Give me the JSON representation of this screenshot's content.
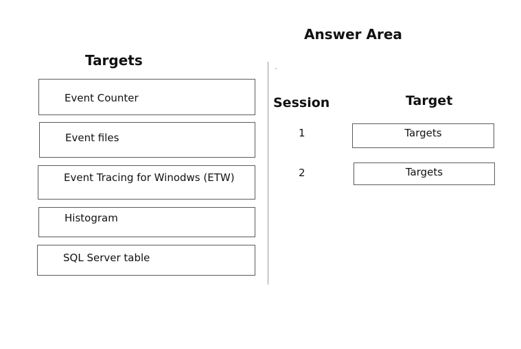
{
  "header": {
    "answer_area_title": "Answer Area"
  },
  "source": {
    "heading": "Targets",
    "items": [
      {
        "label": "Event Counter"
      },
      {
        "label": "Event files"
      },
      {
        "label": "Event Tracing for Winodws (ETW)"
      },
      {
        "label": "Histogram"
      },
      {
        "label": "SQL Server table"
      }
    ]
  },
  "answer": {
    "session_heading": "Session",
    "target_heading": "Target",
    "rows": [
      {
        "session": "1",
        "target_placeholder": "Targets"
      },
      {
        "session": "2",
        "target_placeholder": "Targets"
      }
    ]
  }
}
